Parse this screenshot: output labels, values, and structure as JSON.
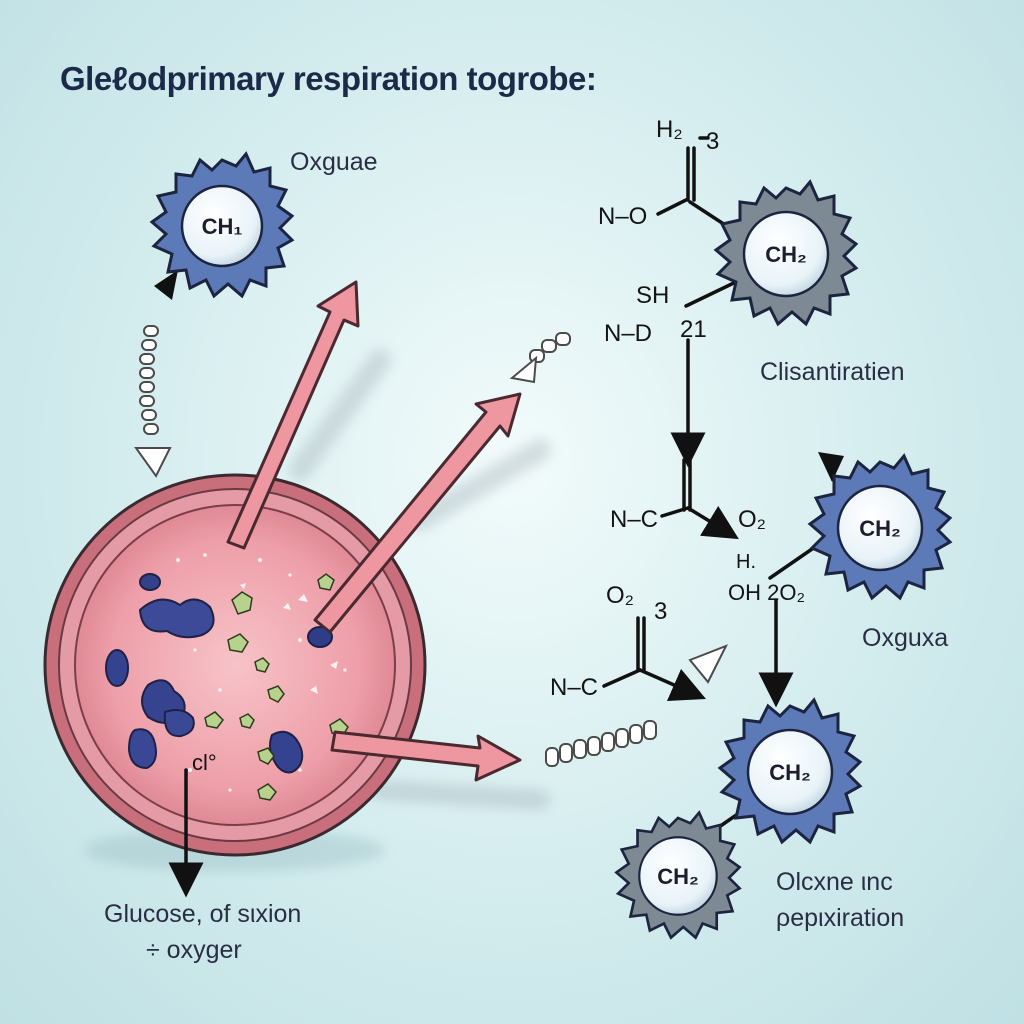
{
  "title": "Gleℓodprimary respiration togrobe:",
  "labels": {
    "oxguae": "Oxguae",
    "clisantiratien": "Clisantiratien",
    "oxguxa": "Oxguxa",
    "glucose_line1": "Glucose, of sιxion",
    "glucose_line2": "÷ oxyger",
    "olcxne_line1": "Olcxne ιnc",
    "olcxne_line2": "ρepιxiration"
  },
  "molecules": {
    "m1": "CH₁",
    "m2": "CH₂",
    "m3": "CH₂",
    "m4": "CH₂",
    "m5": "CH₂"
  },
  "chem": {
    "h2": "H₂",
    "three_top": "3",
    "n_o": "N–O",
    "sh": "SH",
    "n_d": "N–D",
    "twenty_one": "21",
    "n_c_mid": "N–C",
    "o2_mid": "O₂",
    "h_dot": "H.",
    "oh_2o2": "OH 2O₂",
    "o2_low": "O₂",
    "three_low": "3",
    "n_c_low": "N–C",
    "cell_c1": "cl°"
  },
  "colors": {
    "background": "#d3ecee",
    "blue_molecule": "#5c7ab8",
    "grey_molecule": "#7d8a94",
    "cell_pink": "#e9a2ac",
    "arrow_pink": "#e98c96"
  }
}
